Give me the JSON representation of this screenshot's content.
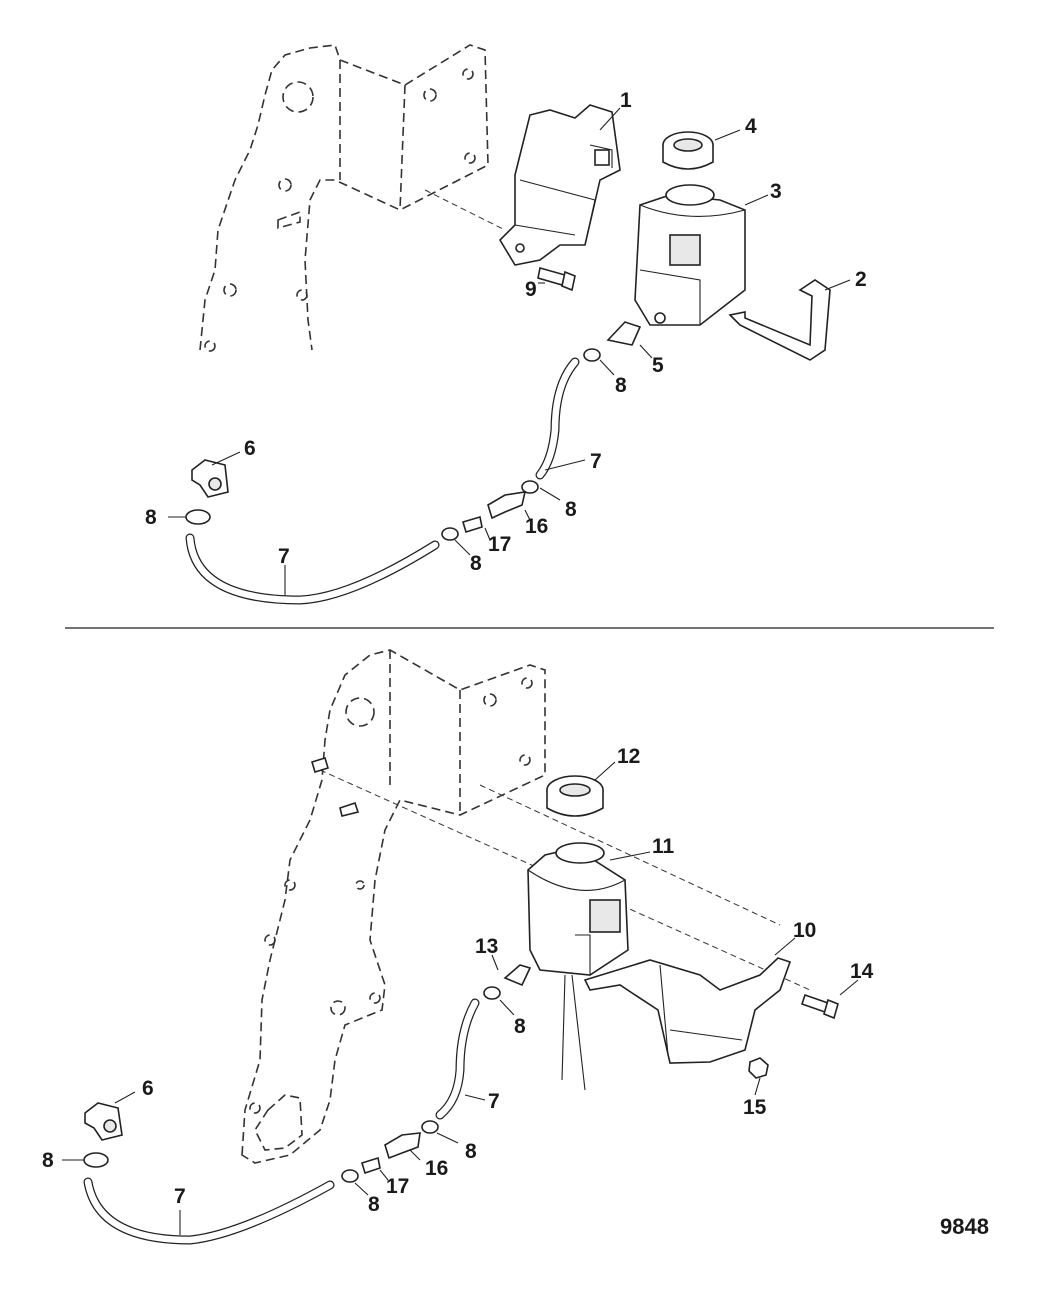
{
  "figure_id": "9848",
  "top_callouts": [
    "1",
    "2",
    "3",
    "4",
    "5",
    "6",
    "7",
    "7",
    "8",
    "8",
    "8",
    "8",
    "9",
    "16",
    "17"
  ],
  "bottom_callouts": [
    "6",
    "7",
    "7",
    "8",
    "8",
    "8",
    "8",
    "10",
    "11",
    "12",
    "13",
    "14",
    "15",
    "16",
    "17"
  ]
}
